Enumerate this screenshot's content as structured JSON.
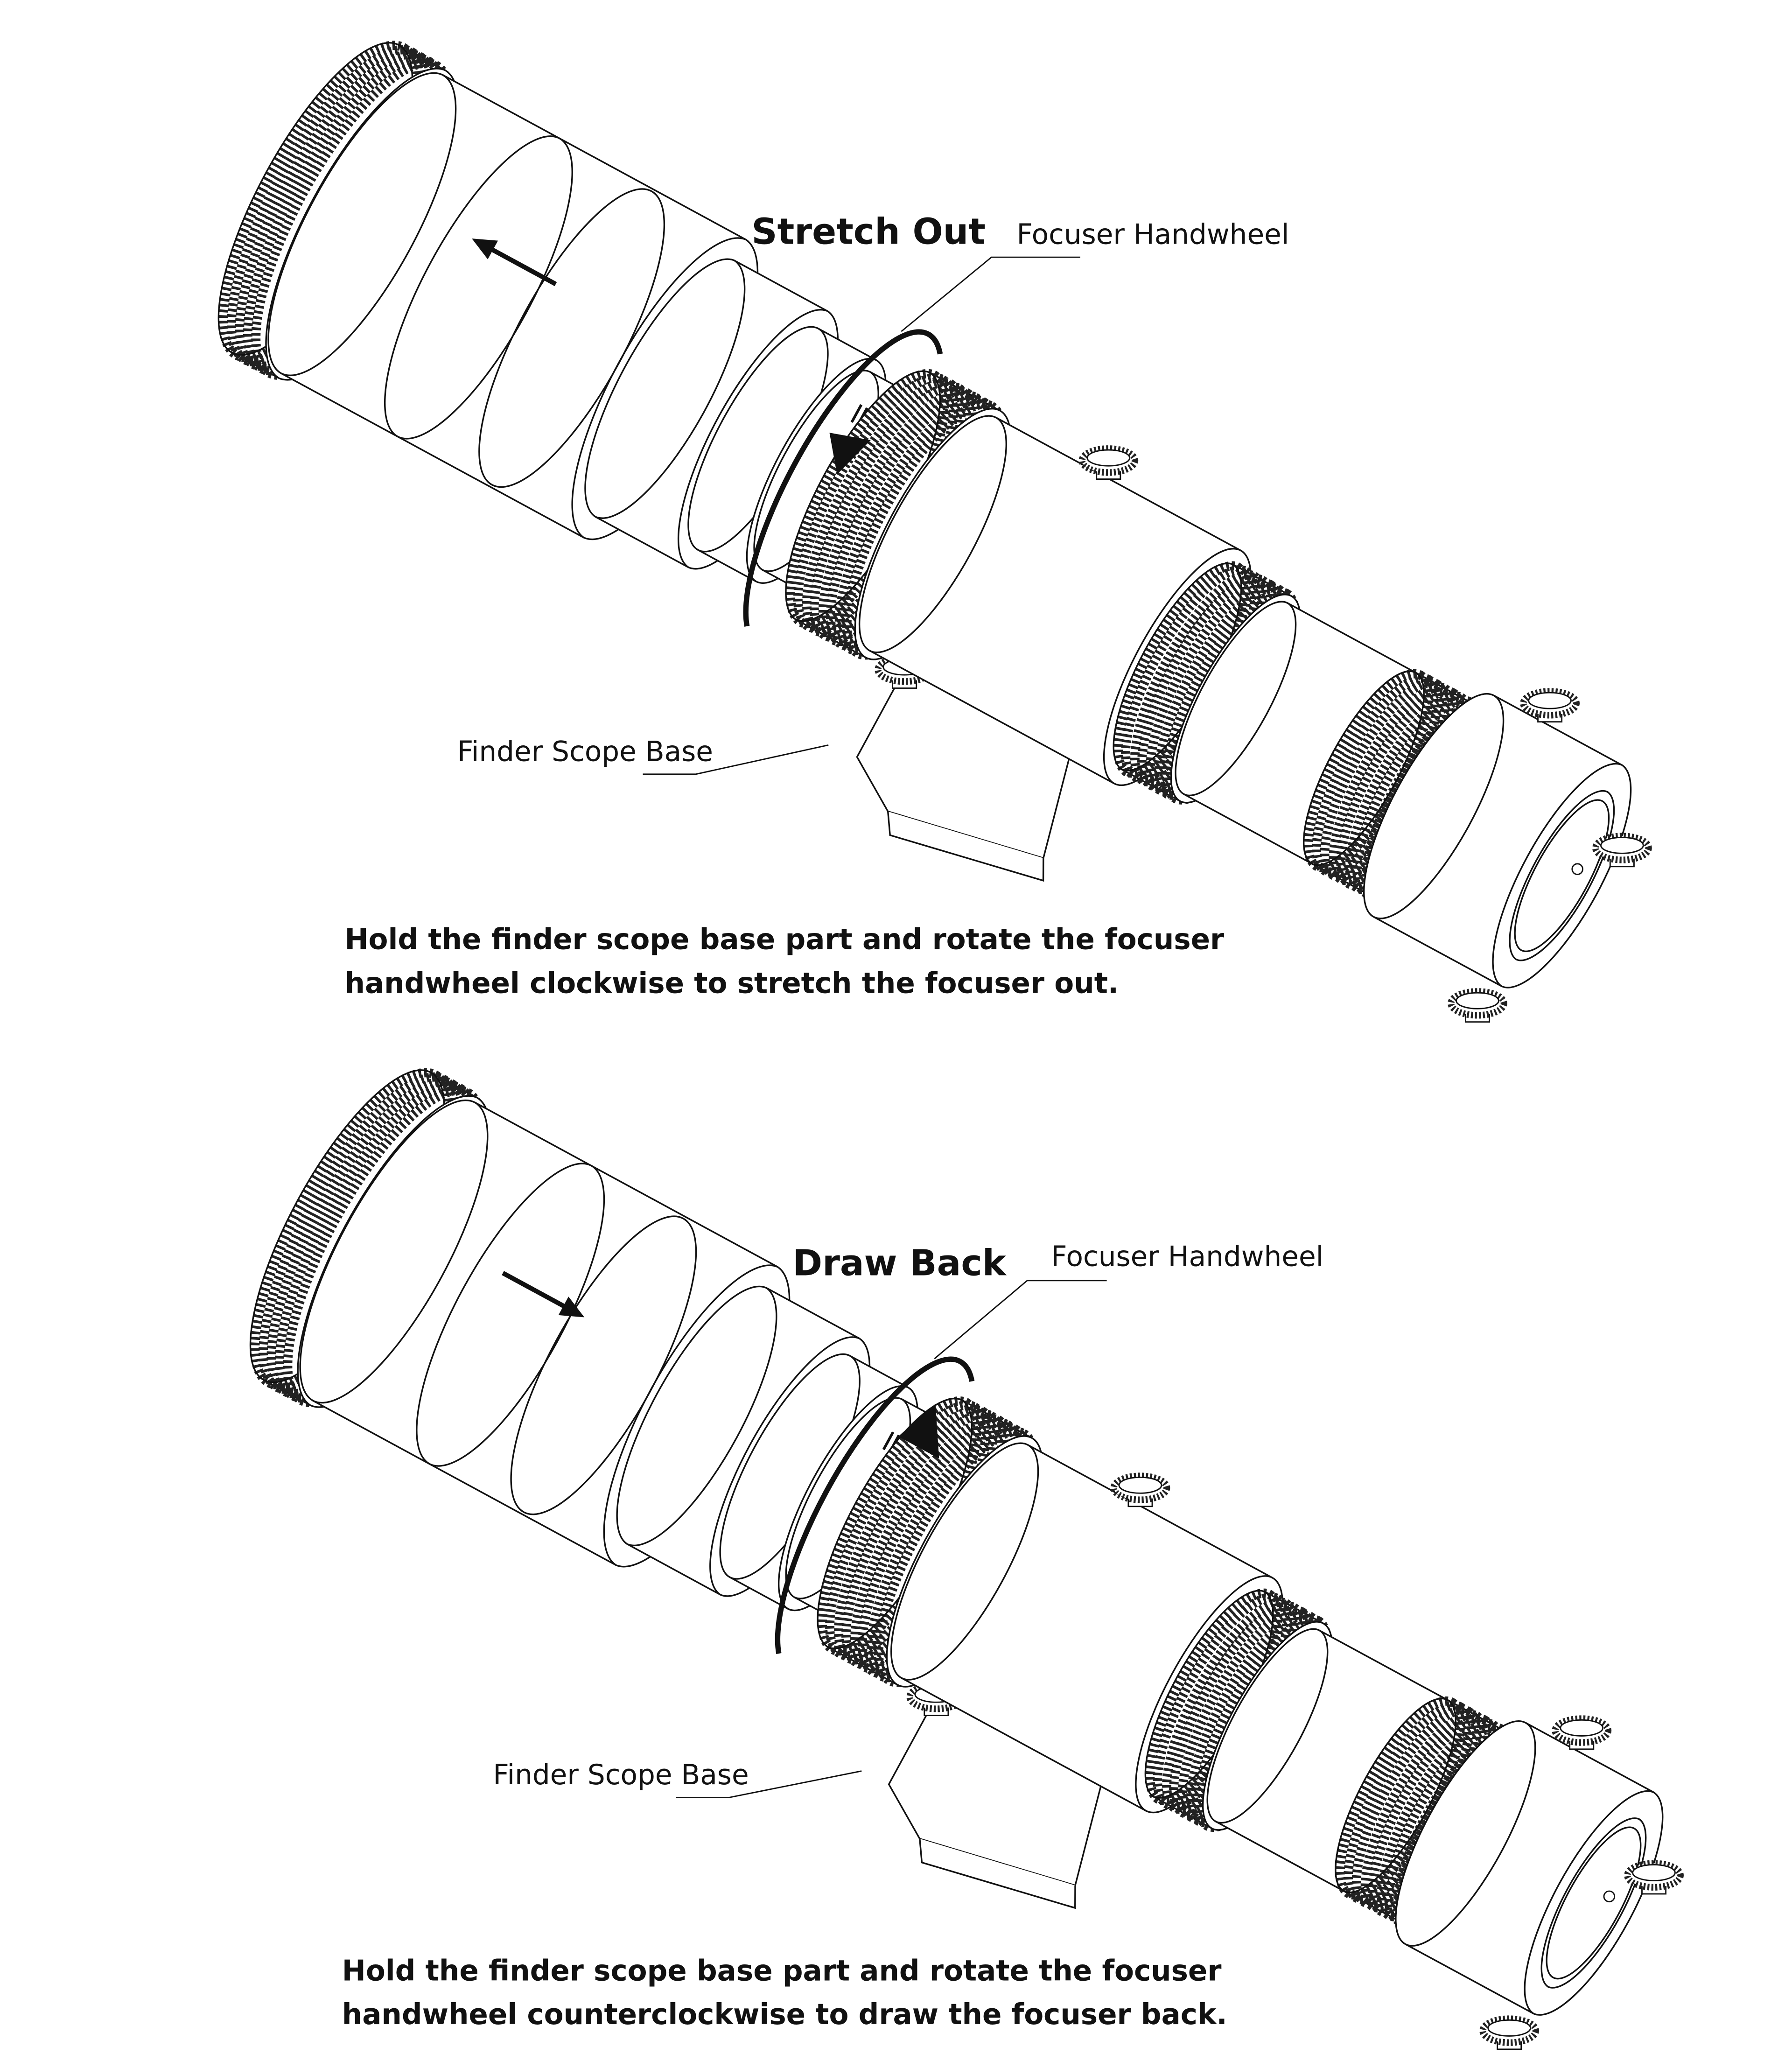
{
  "panels": [
    {
      "action_title": "Stretch Out",
      "handwheel_label": "Focuser Handwheel",
      "base_label": "Finder Scope Base",
      "instruction_line1": "Hold the finder scope base part and rotate the focuser",
      "instruction_line2": "handwheel clockwise to stretch the focuser out.",
      "rotation": "clockwise",
      "motion": "out"
    },
    {
      "action_title": "Draw Back",
      "handwheel_label": "Focuser Handwheel",
      "base_label": "Finder Scope Base",
      "instruction_line1": "Hold the finder scope base part and rotate the focuser",
      "instruction_line2": "handwheel counterclockwise to draw the focuser back.",
      "rotation": "counterclockwise",
      "motion": "back"
    }
  ],
  "colors": {
    "line": "#111111",
    "background": "#ffffff"
  }
}
